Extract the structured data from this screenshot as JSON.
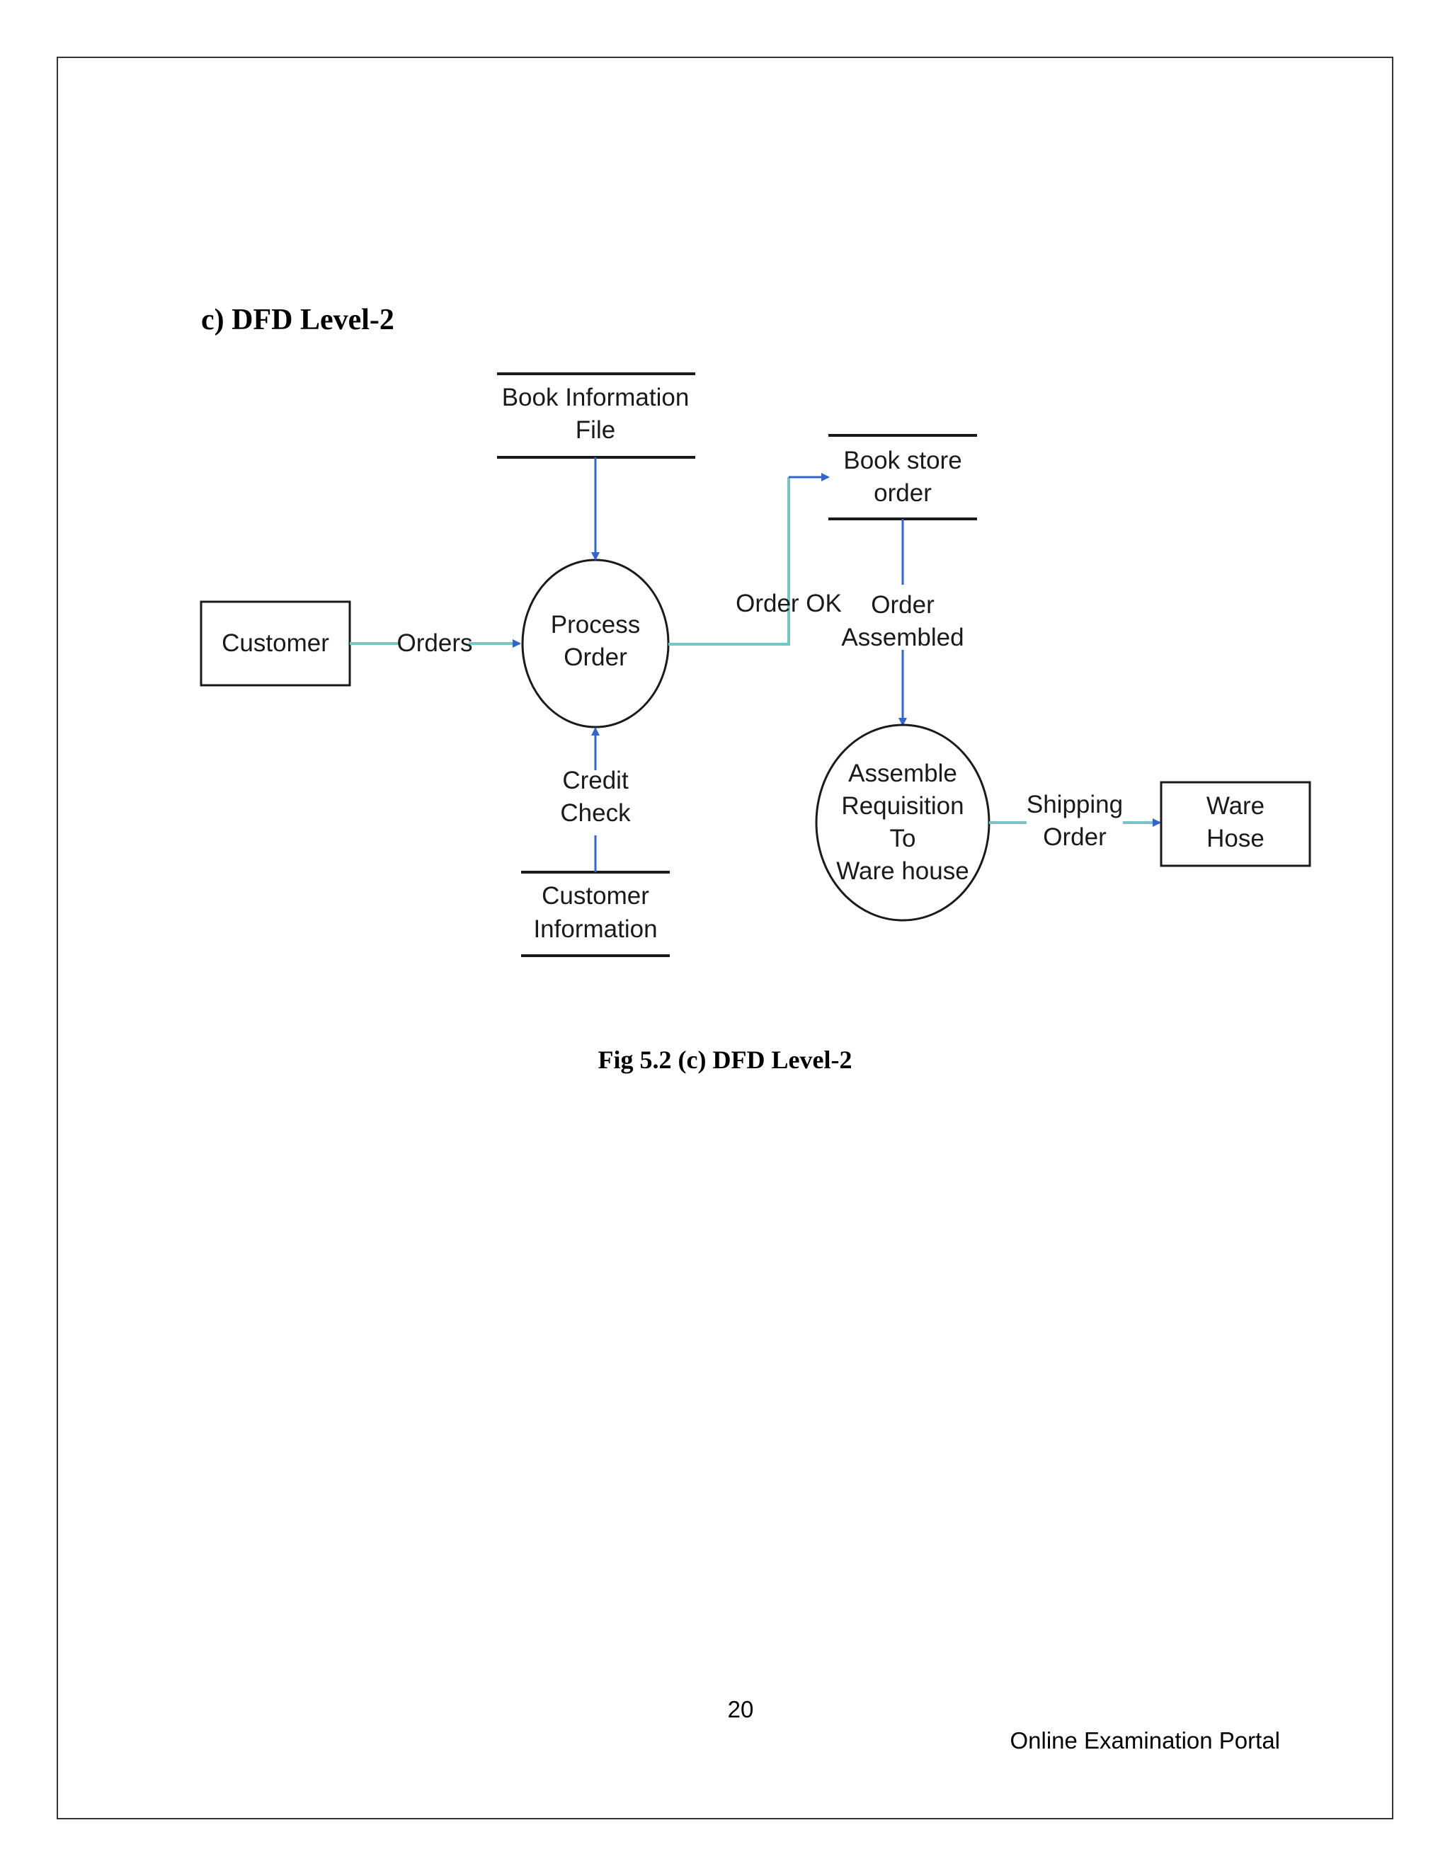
{
  "section_heading": "c) DFD Level-2",
  "diagram": {
    "entities": {
      "customer": "Customer",
      "warehouse": [
        "Ware",
        "Hose"
      ]
    },
    "processes": {
      "process_order": [
        "Process",
        "Order"
      ],
      "assemble_requisition": [
        "Assemble",
        "Requisition",
        "To",
        "Ware house"
      ]
    },
    "data_stores": {
      "book_information_file": [
        "Book Information",
        "File"
      ],
      "book_store_order": [
        "Book store",
        "order"
      ],
      "customer_information": [
        "Customer",
        "Information"
      ]
    },
    "flows": {
      "orders": "Orders",
      "order_ok": "Order OK",
      "order_assembled": [
        "Order",
        "Assembled"
      ],
      "credit_check": [
        "Credit",
        "Check"
      ],
      "shipping_order": [
        "Shipping",
        "Order"
      ]
    },
    "colors": {
      "arrow_blue": "#3366cc",
      "flow_teal": "#7ac4c4",
      "outline": "#1a1a1a"
    }
  },
  "caption": "Fig 5.2 (c) DFD Level-2",
  "page_number": "20",
  "footer": "Online Examination Portal"
}
